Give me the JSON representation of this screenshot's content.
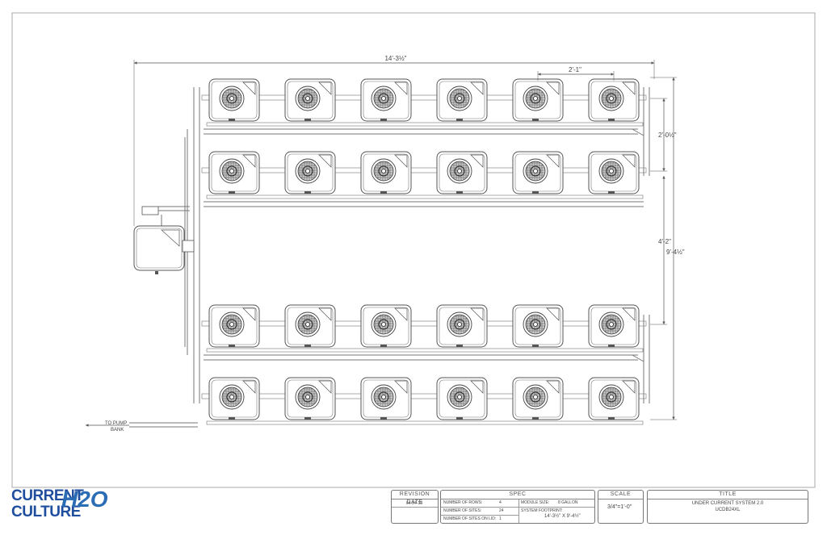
{
  "dimensions": {
    "overall_width": "14'-3½\"",
    "module_spacing": "2'-1\"",
    "row_spacing": "2'-0½\"",
    "gap_spacing": "4'-2\"",
    "overall_length": "9'-4½\""
  },
  "pump_label_line1": "TO PUMP",
  "pump_label_line2": "BANK",
  "layout": {
    "rows": 4,
    "columns": 6
  },
  "logo": {
    "line1": "CURRENT",
    "line2": "CULTURE",
    "mark": "H2O",
    "brand_color": "#1f4e9e"
  },
  "title_block": {
    "revision_header": "REVISION DATE",
    "revision_date": "04-24-18",
    "spec_header": "SPEC",
    "spec_rows": [
      {
        "label": "NUMBER OF ROWS:",
        "value": "4"
      },
      {
        "label": "NUMBER OF SITES:",
        "value": "24"
      },
      {
        "label": "NUMBER OF SITES ON LID:",
        "value": "1"
      }
    ],
    "module_size_label": "MODULE SIZE:",
    "module_size_value": "8 GALLON",
    "footprint_label": "SYSTEM FOOTPRINT:",
    "footprint_value": "14'-3½\" X 9'-4½\"",
    "scale_header": "SCALE",
    "scale_value": "3/4\"=1'-0\"",
    "title_header": "TITLE",
    "title_line1": "UNDER CURRENT SYSTEM 2.0",
    "title_line2": "UCDB24XL"
  }
}
